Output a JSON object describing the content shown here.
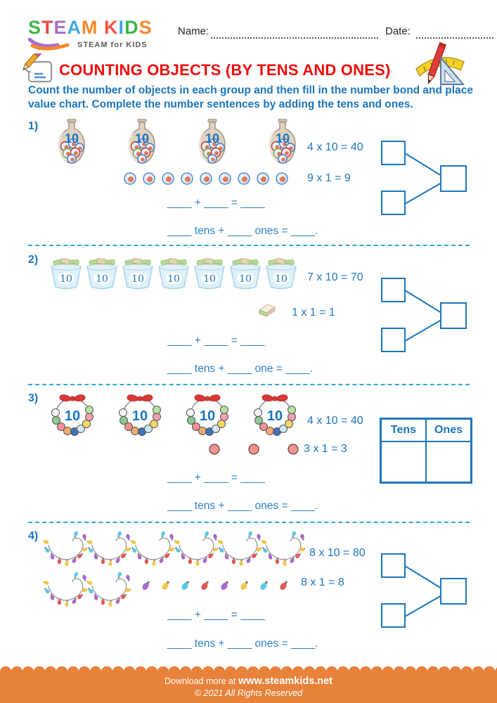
{
  "logo": {
    "letters": [
      {
        "t": "S",
        "c": "#3db54a"
      },
      {
        "t": "T",
        "c": "#ea4848"
      },
      {
        "t": "E",
        "c": "#a76fc9"
      },
      {
        "t": "A",
        "c": "#44a8e0"
      },
      {
        "t": "M",
        "c": "#f6882c"
      },
      {
        "t": " ",
        "c": "#000000"
      },
      {
        "t": "K",
        "c": "#f05542"
      },
      {
        "t": "I",
        "c": "#3fa8e0"
      },
      {
        "t": "D",
        "c": "#3db54a"
      },
      {
        "t": "S",
        "c": "#f6882c"
      }
    ],
    "tagline": "STEAM for KIDS"
  },
  "header": {
    "name_label": "Name:",
    "date_label": "Date:",
    "title": "COUNTING OBJECTS (BY TENS AND ONES)",
    "instructions": "Count the number of objects in each group and then fill in the number bond and place value chart. Complete the number sentences by adding the tens and ones."
  },
  "colors": {
    "text_blue": "#1c76bd",
    "title_red": "#f20d0d",
    "divider_cyan": "#2aa8e0",
    "footer_orange": "#e8813a"
  },
  "sections": [
    {
      "number": "1)",
      "tens": {
        "item": "bottle",
        "count": 4,
        "item_label": "10",
        "equation": "4 x 10 = 40"
      },
      "ones": {
        "item": "marble",
        "count": 9,
        "equation": "9 x 1 = 9"
      },
      "sentence_add": "____ + ____ = ____",
      "sentence_words": "____ tens + ____ ones = ____.",
      "widget": "number-bond"
    },
    {
      "number": "2)",
      "tens": {
        "item": "cup",
        "count": 7,
        "item_label": "10",
        "equation": "7 x 10 = 70"
      },
      "ones": {
        "item": "eraser",
        "count": 1,
        "equation": "1 x 1 = 1"
      },
      "sentence_add": "____ + ____ = ____",
      "sentence_words": "____ tens + ____ one = ____.",
      "widget": "number-bond"
    },
    {
      "number": "3)",
      "tens": {
        "item": "necklace",
        "count": 4,
        "item_label": "10",
        "equation": "4 x 10 = 40"
      },
      "ones": {
        "item": "bead",
        "count": 3,
        "equation": "3 x 1 = 3"
      },
      "sentence_add": "____ + ____ = ____",
      "sentence_words": "____ tens + ____ ones = ____.",
      "widget": "place-value-table",
      "table": {
        "headers": [
          "Tens",
          "Ones"
        ]
      }
    },
    {
      "number": "4)",
      "tens": {
        "item": "lights",
        "count": 8,
        "equation": "8 x 10 = 80"
      },
      "ones": {
        "item": "bulb",
        "count": 8,
        "equation": "8 x 1 = 8",
        "colors": [
          "#a868cc",
          "#f2c84b",
          "#5cc8e8",
          "#e05858"
        ]
      },
      "sentence_add": "____ + ____ = ____",
      "sentence_words": "____ tens + ____ ones = ____.",
      "widget": "number-bond"
    }
  ],
  "footer": {
    "download_prefix": "Download more at ",
    "site": "www.steamkids.net",
    "copyright": "© 2021 All Rights Reserved"
  }
}
